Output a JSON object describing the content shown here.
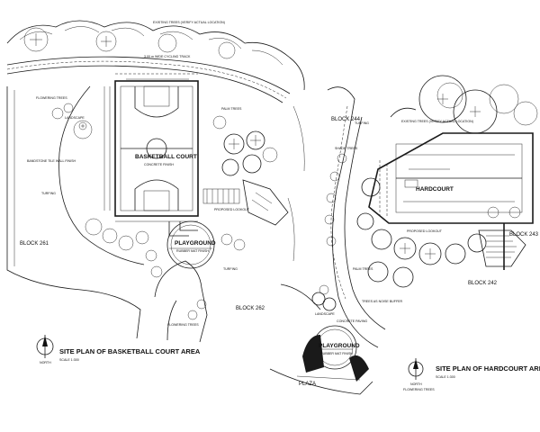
{
  "left_plan": {
    "title": "SITE PLAN OF BASKETBALL COURT AREA",
    "scale": "SCALE 1:300",
    "north": "NORTH",
    "blocks": [
      "BLOCK 261",
      "BLOCK 262"
    ],
    "court_label": "BASKETBALL COURT",
    "court_sub": "CONCRETE FINISH",
    "playground_label": "PLAYGROUND",
    "playground_sub": "RUBBER MAT FINISH",
    "labels": [
      "EXISTING TREES (VERIFY ACTUAL LOCATION)",
      "3.00 m WIDE CYCLING TRACK",
      "FLOWERING TREES",
      "LANDSCAPE",
      "PALM TREES",
      "BANDSTONE TILE WALL FINISH",
      "TURFING",
      "PROPOSED LOOKOUT",
      "TURFING",
      "FLOWERING TREES"
    ]
  },
  "right_plan": {
    "title": "SITE PLAN OF HARDCOURT AREA",
    "scale": "SCALE 1:300",
    "north": "NORTH",
    "blocks": [
      "BLOCK 244",
      "BLOCK 243",
      "BLOCK 242"
    ],
    "court_label": "HARDCOURT",
    "playground_label": "PLAYGROUND",
    "playground_sub": "RUBBER MAT FINISH",
    "plaza_label": "PLAZA",
    "labels": [
      "EXISTING TREES (VERIFY ACTUAL LOCATION)",
      "TURFING",
      "SHADE TREES",
      "PROPOSED LOOKOUT",
      "PALM TREES",
      "LANDSCAPE",
      "FLOWERING TREES",
      "TREES AS NOISE BUFFER",
      "CONCRETE PAVING"
    ]
  }
}
